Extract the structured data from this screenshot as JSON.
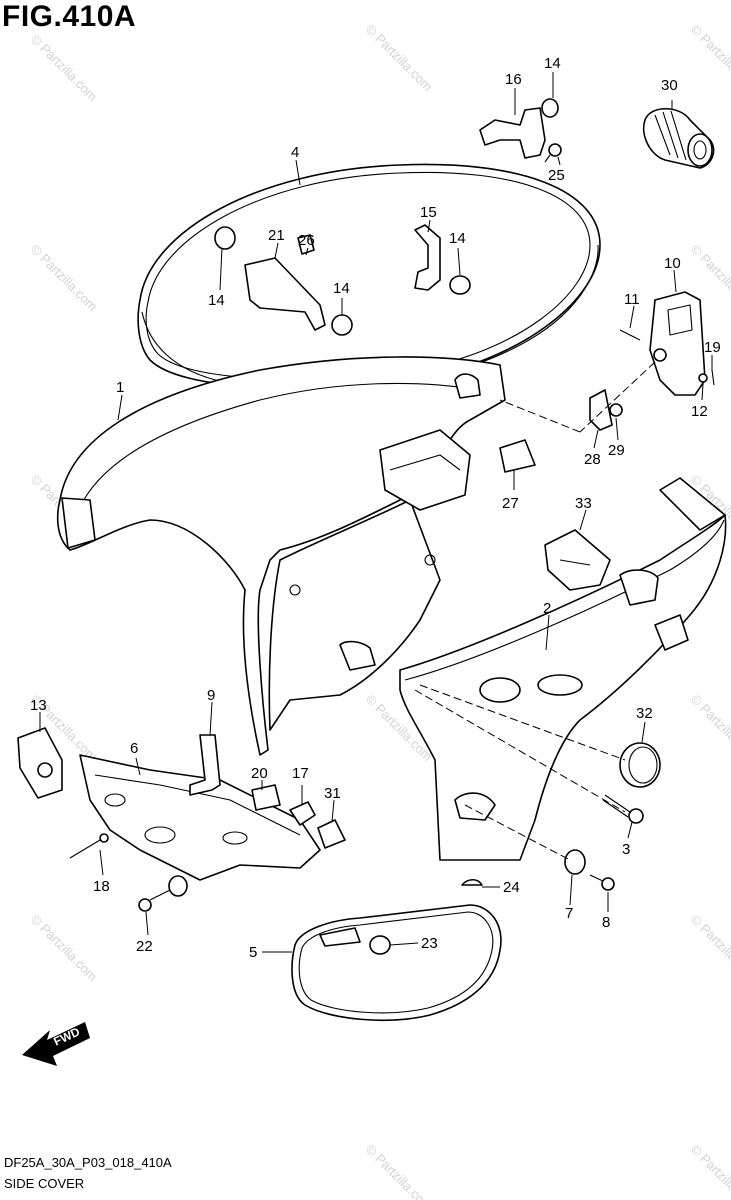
{
  "figure": {
    "title": "FIG.410A",
    "code": "DF25A_30A_P03_018_410A",
    "name": "SIDE COVER",
    "direction_label": "FWD",
    "watermark": "© Partzilla.com"
  },
  "callouts": [
    "1",
    "2",
    "3",
    "4",
    "5",
    "6",
    "7",
    "8",
    "9",
    "10",
    "11",
    "12",
    "13",
    "14",
    "14",
    "14",
    "14",
    "15",
    "16",
    "17",
    "18",
    "19",
    "20",
    "21",
    "22",
    "23",
    "24",
    "25",
    "26",
    "27",
    "28",
    "29",
    "30",
    "31",
    "32",
    "33"
  ]
}
